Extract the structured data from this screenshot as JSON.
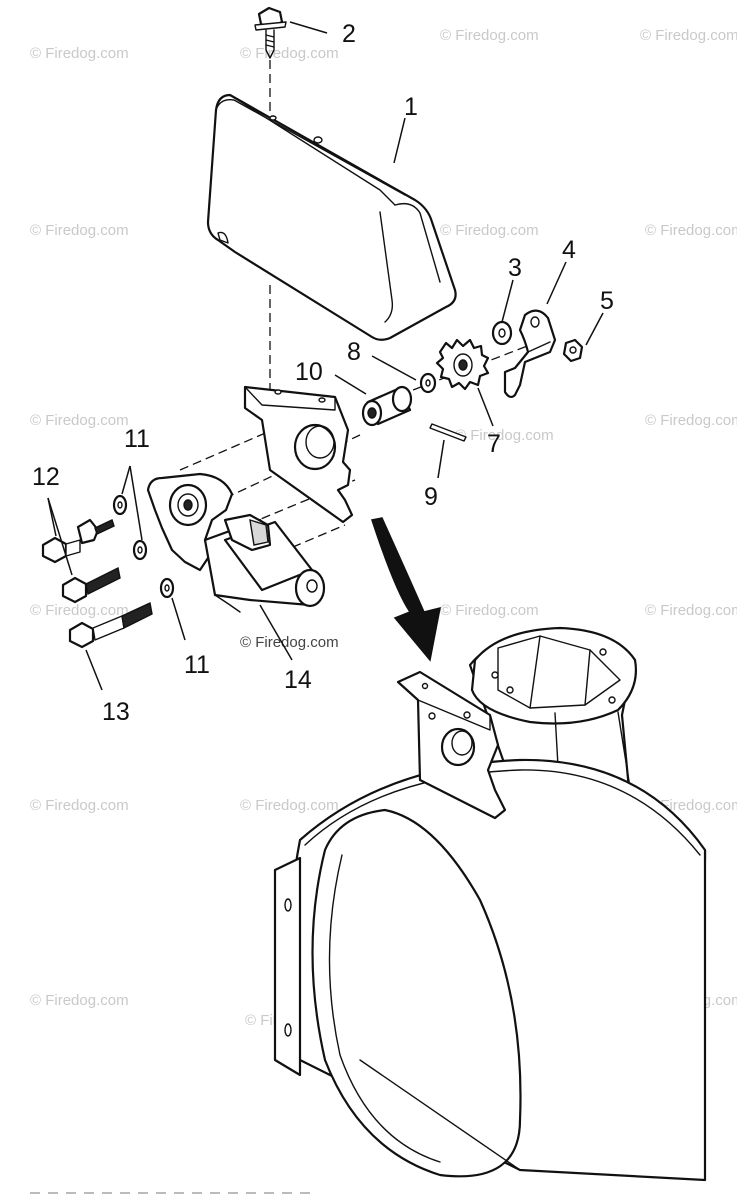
{
  "diagram": {
    "callouts": [
      "1",
      "2",
      "3",
      "4",
      "5",
      "7",
      "8",
      "9",
      "10",
      "11",
      "11",
      "12",
      "13",
      "14"
    ],
    "watermark_text": "© Firedog.com"
  },
  "colors": {
    "line": "#111111",
    "background": "#ffffff",
    "watermark": "#c9c9c9"
  }
}
